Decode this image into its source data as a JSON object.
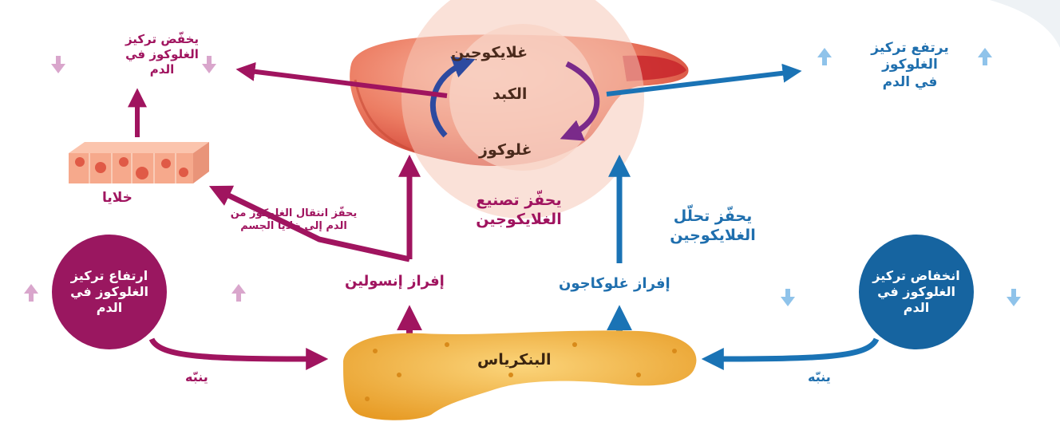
{
  "colors": {
    "insulin_path": "#a0145f",
    "glucagon_path": "#1a73b5",
    "liver": "#e86a52",
    "pancreas": "#f2b23a",
    "cells": "#f6a98c"
  },
  "labels": {
    "glycogen": "غلايكوجين",
    "liver": "الكبد",
    "glucose": "غلوكوز",
    "cells": "خلايا",
    "pancreas": "البنكرياس",
    "insulin_secretion": "إفراز إنسولين",
    "glucagon_secretion": "إفراز غلوكاجون",
    "stimulates_glycogen_synthesis_line1": "يحفّز تصنيع",
    "stimulates_glycogen_synthesis_line2": "الغلايكوجين",
    "stimulates_glycogen_breakdown_line1": "يحفّز تحلّل",
    "stimulates_glycogen_breakdown_line2": "الغلايكوجين",
    "stimulates_transport_line1": "يحفّز انتقال الغلوكوز من",
    "stimulates_transport_line2": "الدم إلى خلايا الجسم",
    "glucose_down_line1": "يخفّض تركيز",
    "glucose_down_line2": "الغلوكوز في",
    "glucose_down_line3": "الدم",
    "glucose_up_line1": "يرتفع تركيز",
    "glucose_up_line2": "الغلوكوز",
    "glucose_up_line3": "في الدم",
    "high_glucose_line1": "ارتفاع تركيز",
    "high_glucose_line2": "الغلوكوز في",
    "high_glucose_line3": "الدم",
    "low_glucose_line1": "انخفاض تركيز",
    "low_glucose_line2": "الغلوكوز في",
    "low_glucose_line3": "الدم",
    "stimulates_left": "ينبّه",
    "stimulates_right": "ينبّه"
  }
}
